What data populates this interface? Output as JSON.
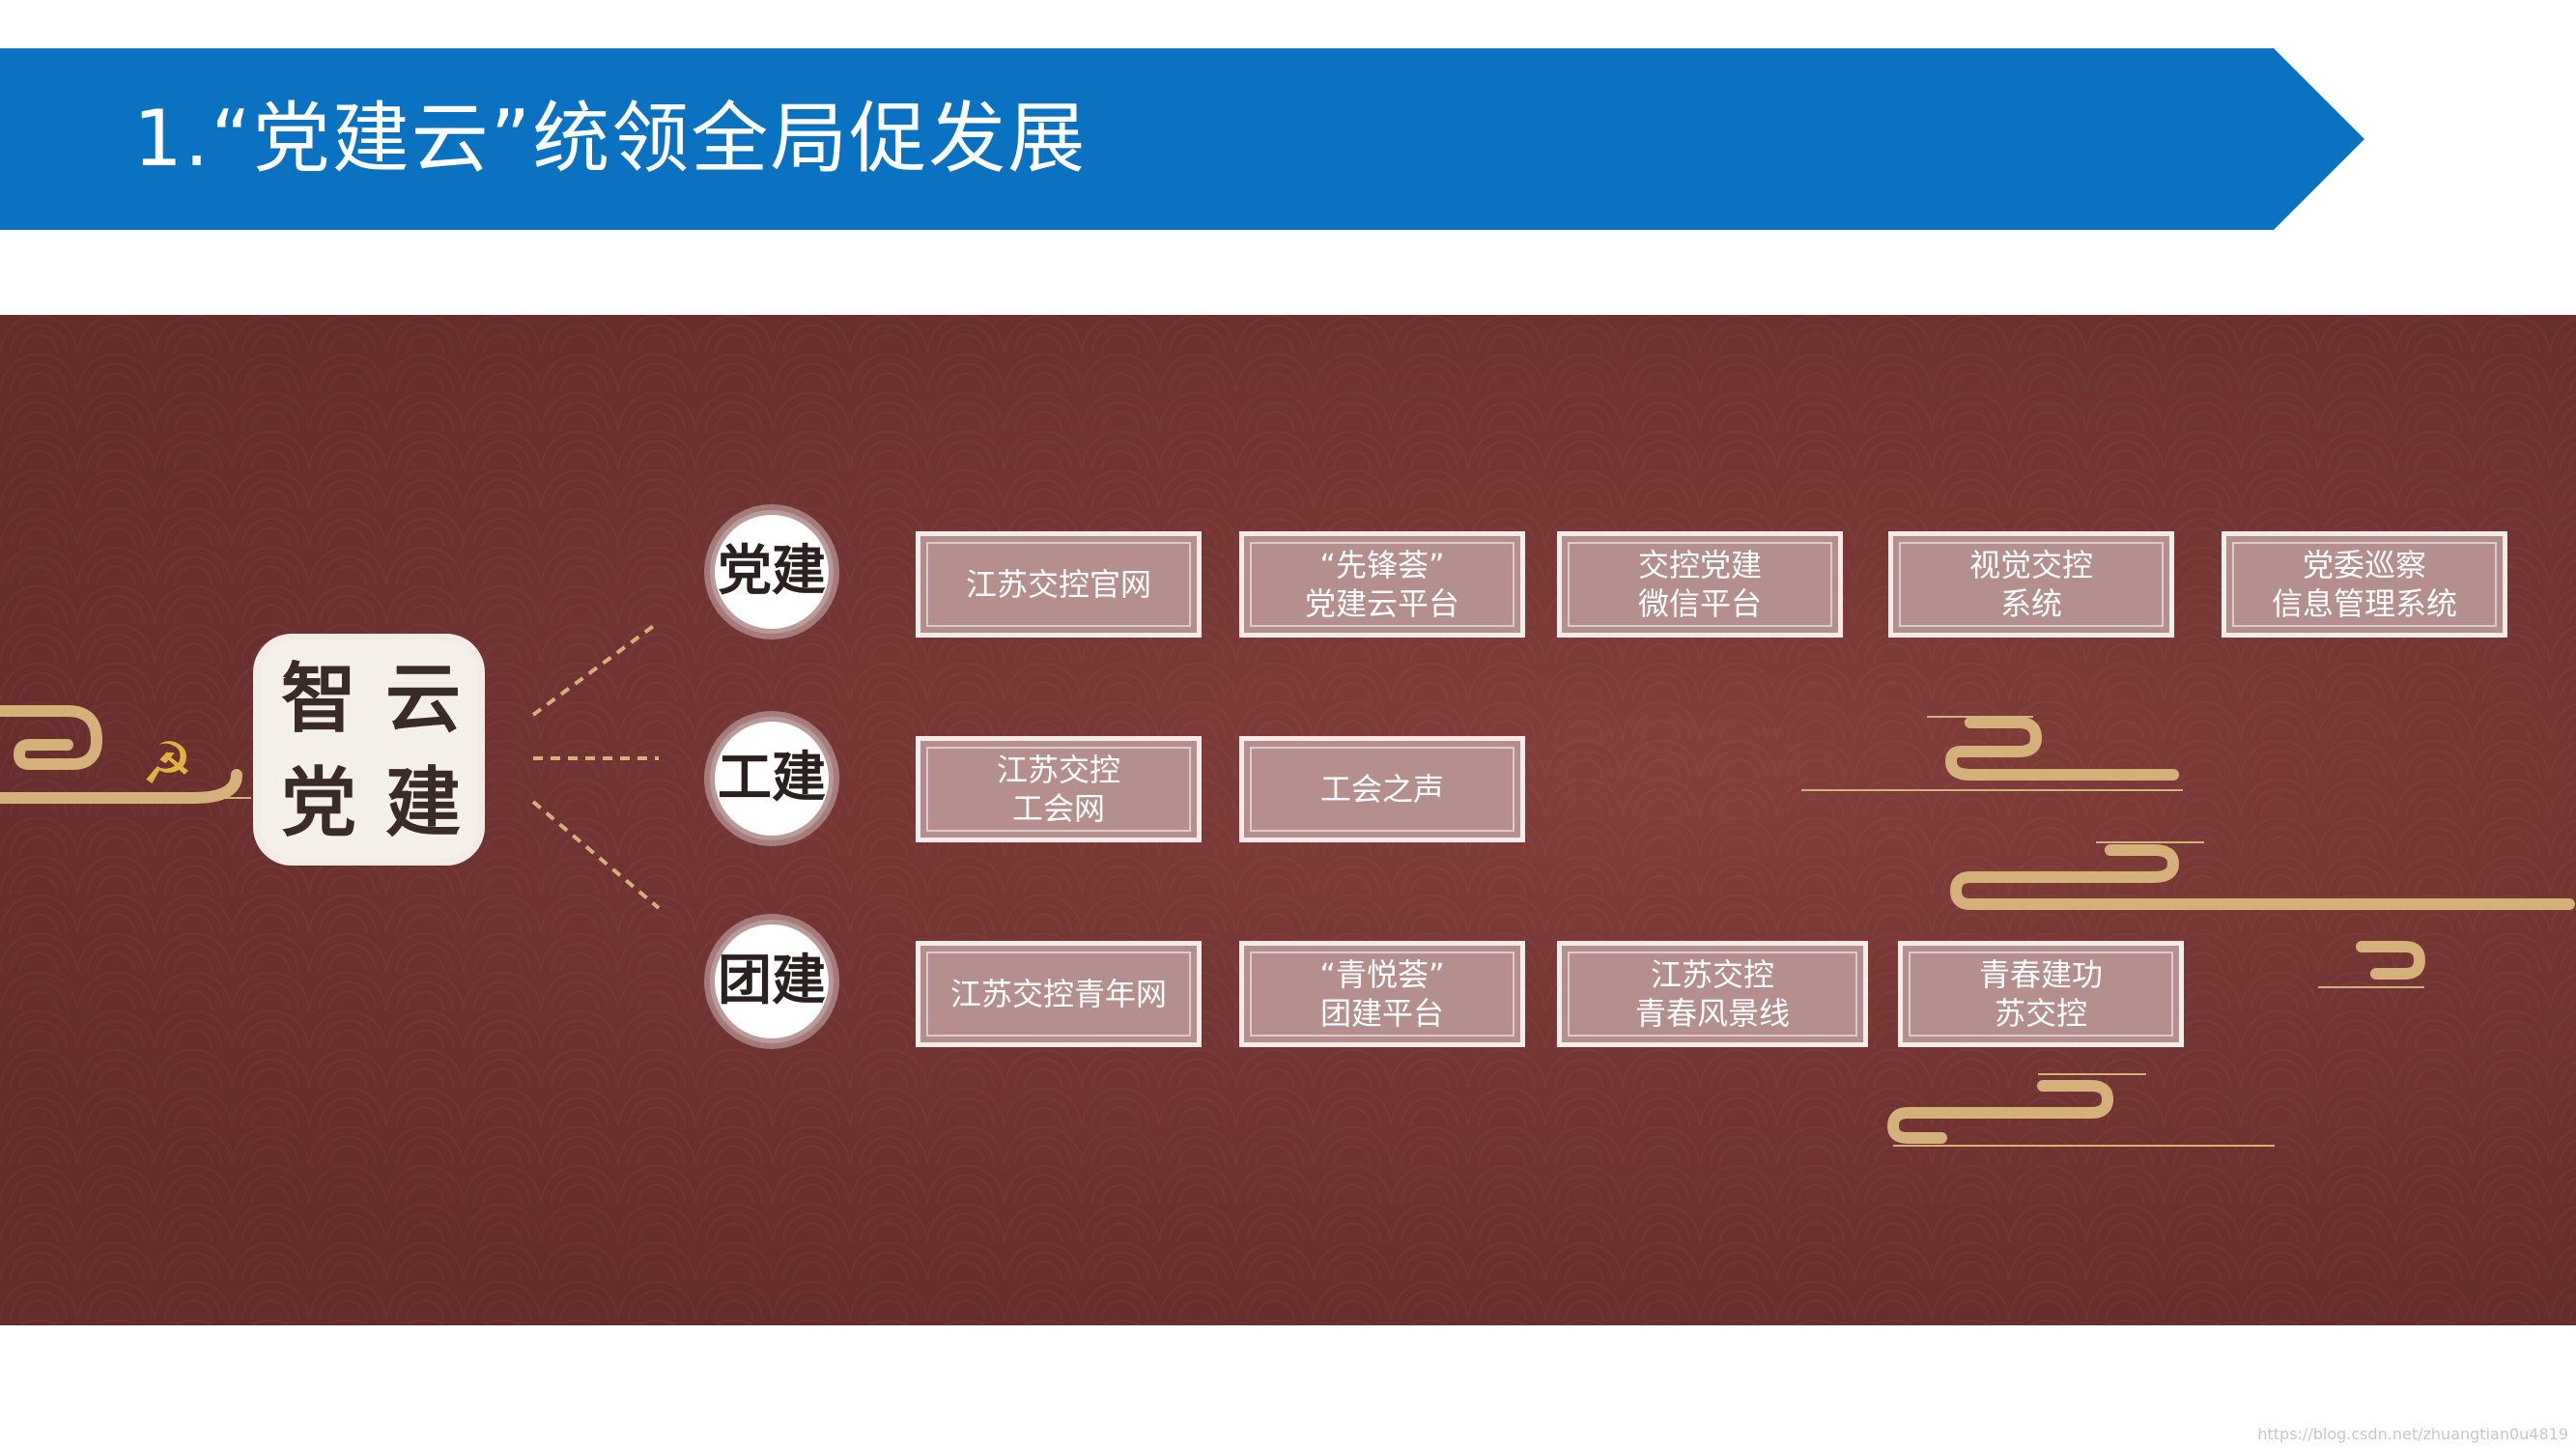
{
  "title": "1.“党建云”统领全局促发展",
  "logo": {
    "chars": [
      "智",
      "云",
      "党",
      "建"
    ]
  },
  "emblem_icon": "hammer-sickle-icon",
  "colors": {
    "banner": "#0b72c2",
    "panel": "#7a3634",
    "gold": "#d4b07a"
  },
  "rows": [
    {
      "category": "党建",
      "items": [
        "江苏交控官网",
        "“先锋荟”\n党建云平台",
        "交控党建\n微信平台",
        "视觉交控\n系统",
        "党委巡察\n信息管理系统"
      ]
    },
    {
      "category": "工建",
      "items": [
        "江苏交控\n工会网",
        "工会之声"
      ]
    },
    {
      "category": "团建",
      "items": [
        "江苏交控青年网",
        "“青悦荟”\n团建平台",
        "江苏交控\n青春风景线",
        "青春建功\n苏交控"
      ]
    }
  ],
  "watermark": "https://blog.csdn.net/zhuangtian0u4819"
}
